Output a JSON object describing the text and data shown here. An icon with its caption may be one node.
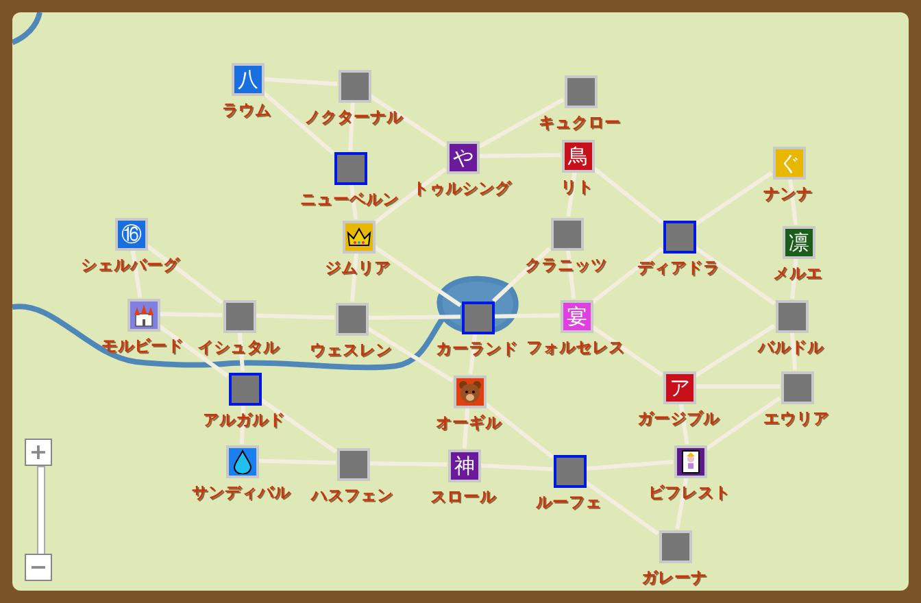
{
  "diagram": {
    "nodes": [
      {
        "text": [
          "八",
          "ラウム"
        ]
      },
      {
        "text": [
          "ノクターナル"
        ]
      },
      {
        "text": [
          "キュクロー"
        ]
      },
      {
        "text": [
          "や",
          "トゥルシング"
        ]
      },
      {
        "text": [
          "鳥",
          "リト"
        ]
      },
      {
        "text": [
          "ニューベルン"
        ]
      },
      {
        "text": [
          "ぐ",
          "ナンナ"
        ]
      },
      {
        "text": [
          "⑯",
          "シェルバーグ"
        ]
      },
      {
        "text": [
          "クラニッツ"
        ]
      },
      {
        "text": [
          "ディアドラ"
        ]
      },
      {
        "text": [
          "ジムリア"
        ]
      },
      {
        "text": [
          "凛",
          "メルエ"
        ]
      },
      {
        "text": [
          "モルビード"
        ]
      },
      {
        "text": [
          "イシュタル"
        ]
      },
      {
        "text": [
          "ウェスレン"
        ]
      },
      {
        "text": [
          "カーランド"
        ]
      },
      {
        "text": [
          "宴",
          "フォルセレス"
        ]
      },
      {
        "text": [
          "バルドル"
        ]
      },
      {
        "text": [
          "ア",
          "ガージブル"
        ]
      },
      {
        "text": [
          "エウリア"
        ]
      },
      {
        "text": [
          "アルガルド"
        ]
      },
      {
        "text": [
          "オーギル"
        ]
      },
      {
        "text": [
          "サンディバル"
        ]
      },
      {
        "text": [
          "ハスフェン"
        ]
      },
      {
        "text": [
          "神",
          "スロール"
        ]
      },
      {
        "text": [
          "ルーフェ"
        ]
      },
      {
        "text": [
          "ビフレスト"
        ]
      },
      {
        "text": [
          "ガレーナ"
        ]
      }
    ],
    "edges": [
      {
        "from": 0,
        "to": 1,
        "arrow": "none"
      },
      {
        "from": 0,
        "to": 5,
        "arrow": "none"
      },
      {
        "from": 1,
        "to": 5,
        "arrow": "none"
      },
      {
        "from": 1,
        "to": 3,
        "arrow": "none"
      },
      {
        "from": 3,
        "to": 2,
        "arrow": "none"
      },
      {
        "from": 3,
        "to": 4,
        "arrow": "none"
      },
      {
        "from": 5,
        "to": 10,
        "arrow": "none"
      },
      {
        "from": 3,
        "to": 10,
        "arrow": "none"
      },
      {
        "from": 4,
        "to": 8,
        "arrow": "none"
      },
      {
        "from": 4,
        "to": 9,
        "arrow": "none"
      },
      {
        "from": 9,
        "to": 6,
        "arrow": "none"
      },
      {
        "from": 6,
        "to": 11,
        "arrow": "none"
      },
      {
        "from": 11,
        "to": 17,
        "arrow": "none"
      },
      {
        "from": 9,
        "to": 17,
        "arrow": "none"
      },
      {
        "from": 9,
        "to": 16,
        "arrow": "none"
      },
      {
        "from": 8,
        "to": 16,
        "arrow": "none"
      },
      {
        "from": 8,
        "to": 15,
        "arrow": "none"
      },
      {
        "from": 10,
        "to": 15,
        "arrow": "none"
      },
      {
        "from": 15,
        "to": 16,
        "arrow": "none"
      },
      {
        "from": 16,
        "to": 18,
        "arrow": "none"
      },
      {
        "from": 17,
        "to": 18,
        "arrow": "none"
      },
      {
        "from": 18,
        "to": 19,
        "arrow": "none"
      },
      {
        "from": 17,
        "to": 19,
        "arrow": "none"
      },
      {
        "from": 18,
        "to": 26,
        "arrow": "none"
      },
      {
        "from": 19,
        "to": 26,
        "arrow": "none"
      },
      {
        "from": 26,
        "to": 25,
        "arrow": "none"
      },
      {
        "from": 26,
        "to": 27,
        "arrow": "none"
      },
      {
        "from": 25,
        "to": 27,
        "arrow": "none"
      },
      {
        "from": 24,
        "to": 25,
        "arrow": "none"
      },
      {
        "from": 21,
        "to": 25,
        "arrow": "none"
      },
      {
        "from": 15,
        "to": 21,
        "arrow": "none"
      },
      {
        "from": 21,
        "to": 24,
        "arrow": "none"
      },
      {
        "from": 7,
        "to": 12,
        "arrow": "none"
      },
      {
        "from": 7,
        "to": 13,
        "arrow": "none"
      },
      {
        "from": 12,
        "to": 13,
        "arrow": "none"
      },
      {
        "from": 12,
        "to": 20,
        "arrow": "none"
      },
      {
        "from": 13,
        "to": 14,
        "arrow": "none"
      },
      {
        "from": 13,
        "to": 20,
        "arrow": "none"
      },
      {
        "from": 10,
        "to": 14,
        "arrow": "none"
      },
      {
        "from": 14,
        "to": 21,
        "arrow": "none"
      },
      {
        "from": 14,
        "to": 15,
        "arrow": "none"
      },
      {
        "from": 20,
        "to": 23,
        "arrow": "none"
      },
      {
        "from": 20,
        "to": 22,
        "arrow": "none"
      },
      {
        "from": 22,
        "to": 23,
        "arrow": "none"
      },
      {
        "from": 23,
        "to": 24,
        "arrow": "none"
      }
    ],
    "labels": [
      "+",
      "−"
    ]
  }
}
